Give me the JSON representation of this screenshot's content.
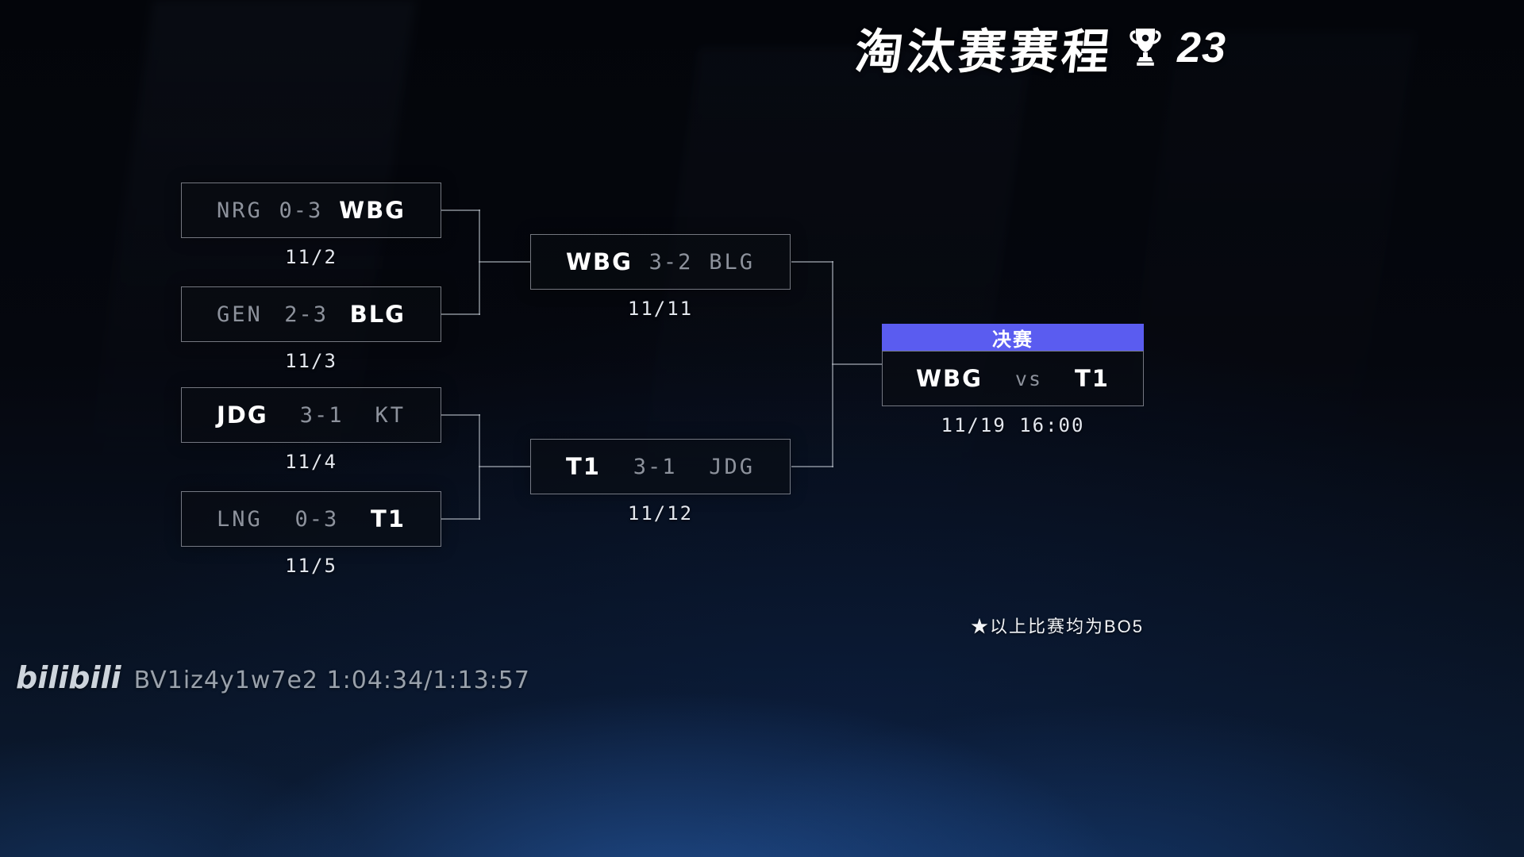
{
  "title": {
    "text": "淘汰赛赛程",
    "year": "23",
    "logo": "worlds-cup-icon"
  },
  "colors": {
    "final_header": "#5a5cf0",
    "winner": "#ffffff",
    "loser": "#8d929c"
  },
  "bracket": {
    "quarterfinals": [
      {
        "team1": "NRG",
        "score": "0-3",
        "team2": "WBG",
        "winner": "team2",
        "date": "11/2"
      },
      {
        "team1": "GEN",
        "score": "2-3",
        "team2": "BLG",
        "winner": "team2",
        "date": "11/3"
      },
      {
        "team1": "JDG",
        "score": "3-1",
        "team2": "KT",
        "winner": "team1",
        "date": "11/4"
      },
      {
        "team1": "LNG",
        "score": "0-3",
        "team2": "T1",
        "winner": "team2",
        "date": "11/5"
      }
    ],
    "semifinals": [
      {
        "team1": "WBG",
        "score": "3-2",
        "team2": "BLG",
        "winner": "team1",
        "date": "11/11"
      },
      {
        "team1": "T1",
        "score": "3-1",
        "team2": "JDG",
        "winner": "team1",
        "date": "11/12"
      }
    ],
    "final": {
      "header": "决赛",
      "team1": "WBG",
      "vs": "vs",
      "team2": "T1",
      "date": "11/19 16:00"
    }
  },
  "footnote": "★以上比赛均为BO5",
  "player": {
    "brand": "bilibili",
    "video_info": "BV1iz4y1w7e2 1:04:34/1:13:57"
  }
}
